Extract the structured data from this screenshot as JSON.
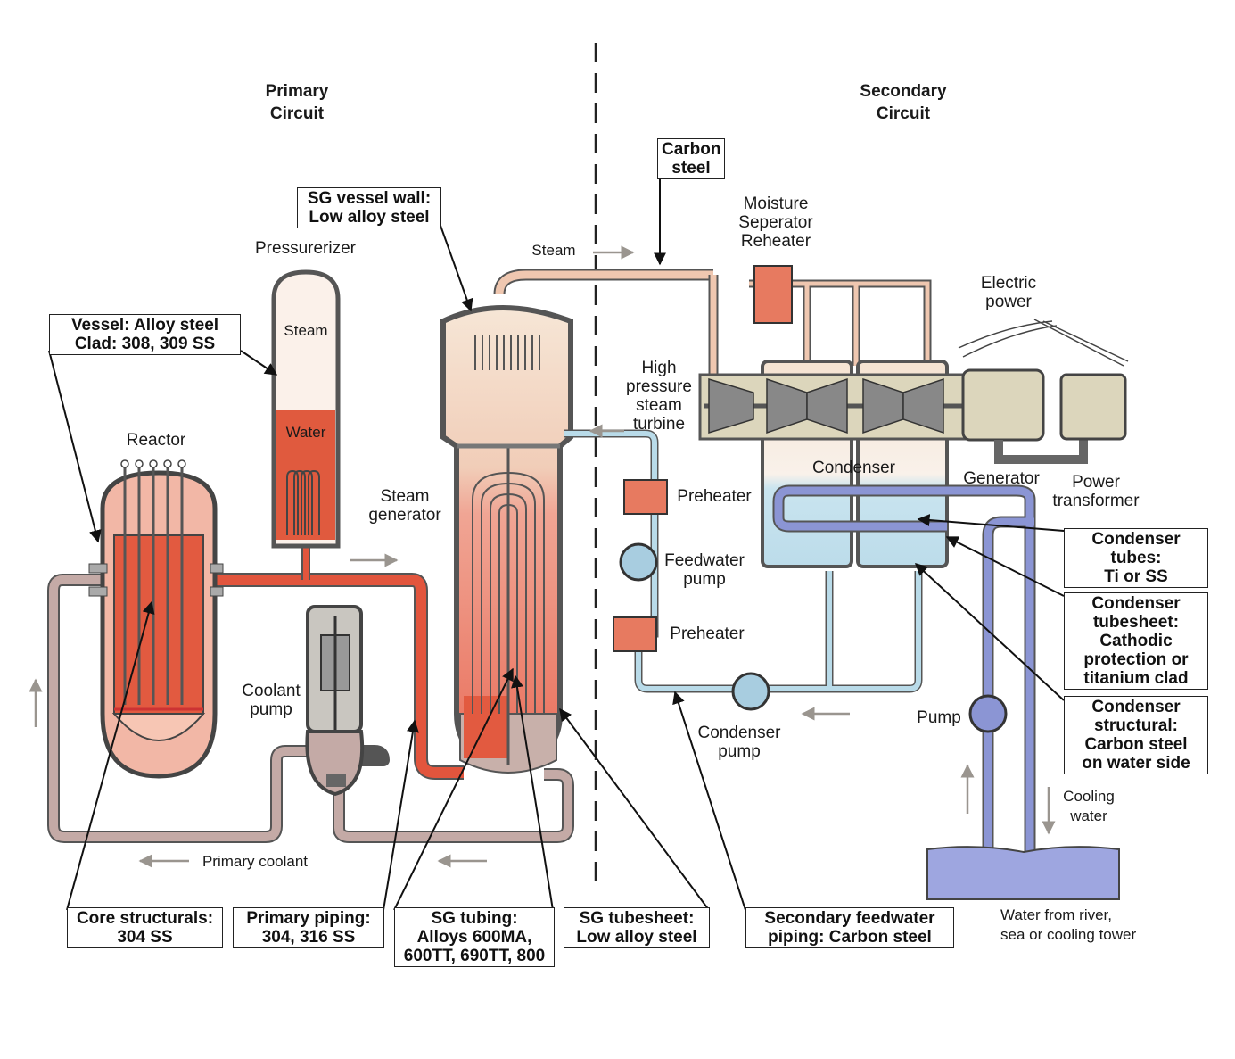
{
  "headings": {
    "primary": "Primary\nCircuit",
    "secondary": "Secondary\nCircuit"
  },
  "components": {
    "pressurizer": "Pressurerizer",
    "steam_in_pressurizer": "Steam",
    "water_in_pressurizer": "Water",
    "reactor": "Reactor",
    "steam_generator": "Steam\ngenerator",
    "coolant_pump": "Coolant\npump",
    "steam_flow": "Steam",
    "moisture_separator": "Moisture\nSeperator\nReheater",
    "electric_power": "Electric\npower",
    "hp_turbine": "High\npressure\nsteam\nturbine",
    "condenser": "Condenser",
    "generator": "Generator",
    "power_transformer": "Power\ntransformer",
    "preheater_top": "Preheater",
    "feedwater_pump": "Feedwater\npump",
    "preheater_bottom": "Preheater",
    "condenser_pump": "Condenser\npump",
    "pump": "Pump",
    "cooling_water": "Cooling\nwater",
    "primary_coolant": "Primary coolant",
    "water_source": "Water from river,\nsea or cooling tower"
  },
  "material_callouts": {
    "vessel": "Vessel: Alloy steel\nClad: 308, 309 SS",
    "sg_vessel_wall": "SG vessel wall:\nLow alloy steel",
    "carbon_steel": "Carbon\nsteel",
    "condenser_tubes": "Condenser\ntubes:\nTi or SS",
    "condenser_tubesheet": "Condenser\ntubesheet:\nCathodic\nprotection or\ntitanium clad",
    "condenser_structural": "Condenser\nstructural:\nCarbon steel\non water side",
    "core_structurals": "Core structurals:\n304 SS",
    "primary_piping": "Primary piping:\n304, 316 SS",
    "sg_tubing": "SG tubing:\nAlloys 600MA,\n600TT, 690TT, 800",
    "sg_tubesheet": "SG tubesheet:\nLow alloy steel",
    "secondary_feedwater": "Secondary feedwater\npiping: Carbon steel"
  },
  "colors": {
    "hot_primary": "#e2553d",
    "cold_primary": "#c4aaa6",
    "steam": "#efc7b0",
    "feedwater": "#b9dbe9",
    "cooling": "#8b95d4",
    "turbine": "#dcd6bc",
    "outline": "#333333"
  }
}
